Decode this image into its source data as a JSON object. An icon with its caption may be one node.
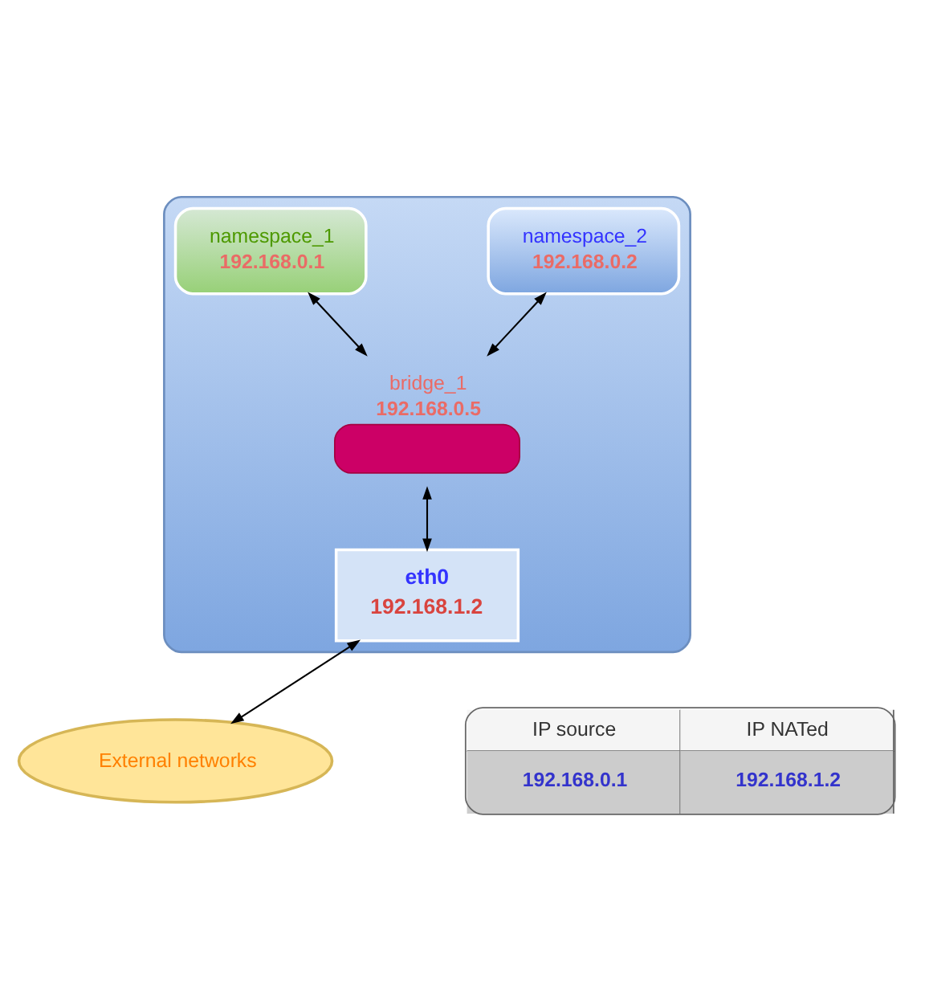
{
  "diagram": {
    "nodes": [
      {
        "text": [],
        "shape": "box"
      },
      {
        "text": [
          "namespace_1",
          "192.168.0.1"
        ],
        "in": 0
      },
      {
        "text": [
          "namespace_2",
          "192.168.0.2"
        ],
        "in": 0
      },
      {
        "text": [
          "bridge_1",
          "192.168.0.5"
        ],
        "in": 0
      },
      {
        "text": [
          "eth0",
          "192.168.1.2"
        ],
        "in": 0
      },
      {
        "text": [
          "External networks"
        ]
      }
    ],
    "edges": [
      {
        "from": 1,
        "to": 3,
        "arrow": "both"
      },
      {
        "from": 2,
        "to": 3,
        "arrow": "both"
      },
      {
        "from": 3,
        "to": 4,
        "arrow": "both"
      },
      {
        "from": 4,
        "to": 5,
        "arrow": "both"
      }
    ],
    "labels": [
      "IP source",
      "IP NATed",
      "192.168.0.1",
      "192.168.1.2"
    ]
  }
}
